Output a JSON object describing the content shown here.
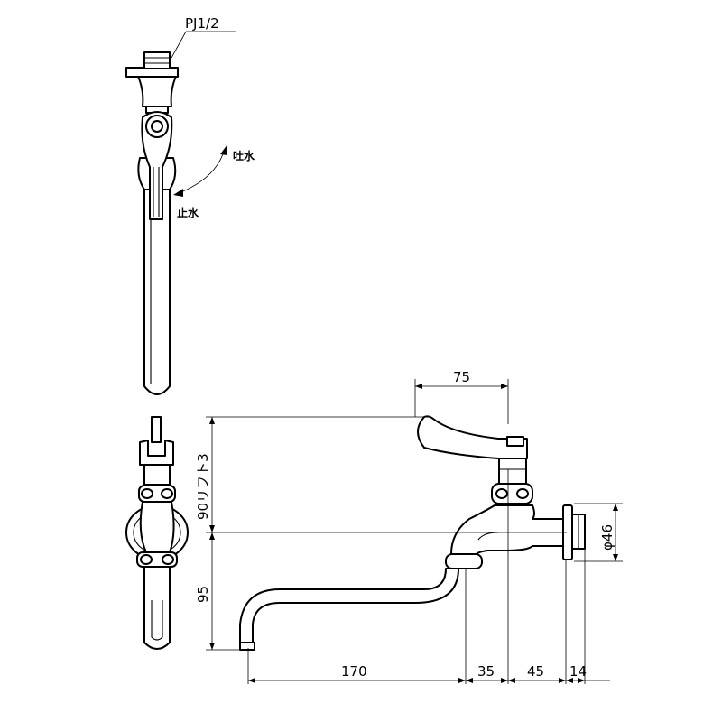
{
  "labels": {
    "thread": "PJ1/2",
    "open": "吐水",
    "close": "止水",
    "height_upper": "90リフト3",
    "height_lower": "95",
    "top_width": "75",
    "dia": "φ46",
    "spout_len": "170",
    "seg_a": "35",
    "seg_b": "45",
    "seg_c": "14"
  }
}
